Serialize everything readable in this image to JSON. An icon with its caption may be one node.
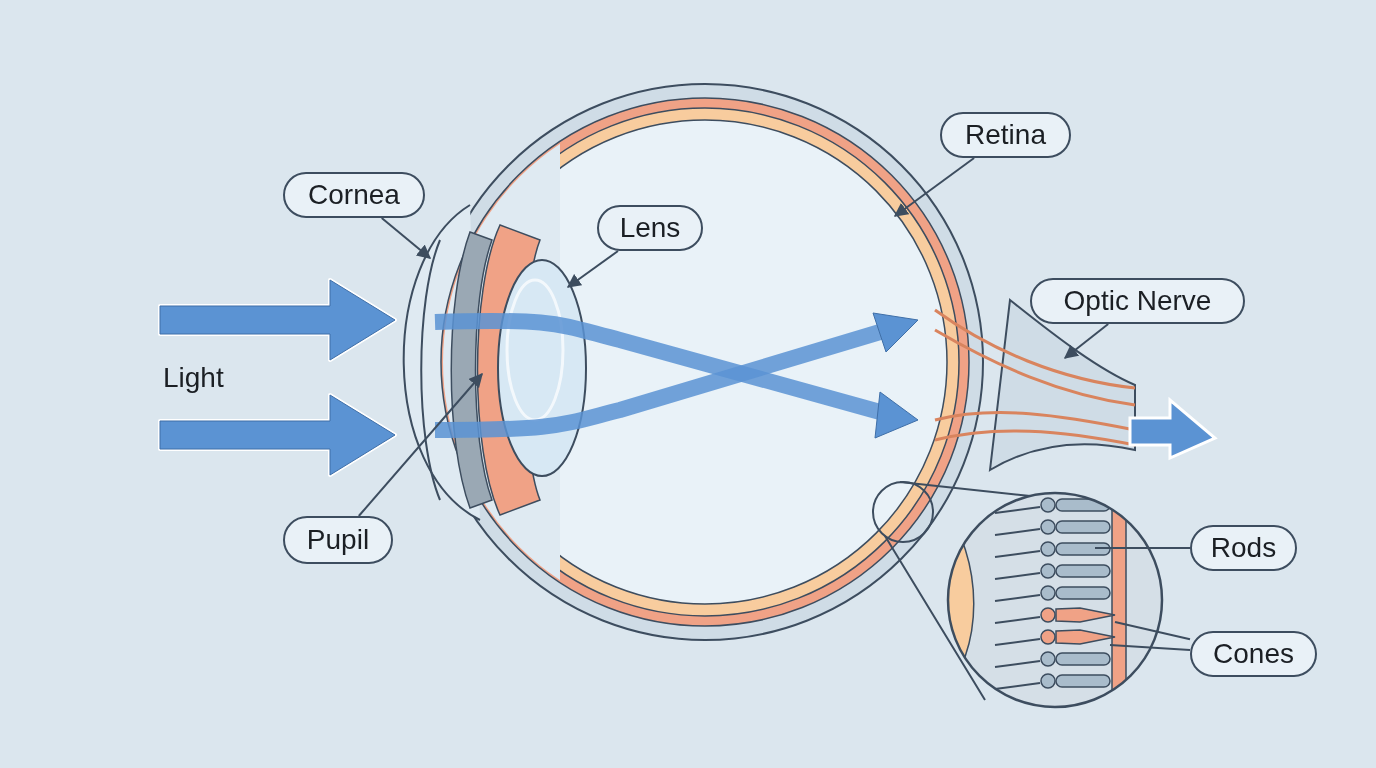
{
  "diagram": {
    "nodes": [
      {
        "text": [
          "Cornea"
        ]
      },
      {
        "text": [
          "Lens"
        ]
      },
      {
        "text": [
          "Retina"
        ]
      },
      {
        "text": [
          "Optic Nerve"
        ]
      },
      {
        "text": [
          "Pupil"
        ]
      },
      {
        "text": [
          "Rods"
        ]
      },
      {
        "text": [
          "Cones"
        ]
      }
    ],
    "edges": [
      {
        "from": 0,
        "to": null,
        "arrow": "to"
      },
      {
        "from": 1,
        "to": null,
        "arrow": "to"
      },
      {
        "from": 2,
        "to": null,
        "arrow": "to"
      },
      {
        "from": 3,
        "to": null,
        "arrow": "to"
      },
      {
        "from": 4,
        "to": null,
        "arrow": "to"
      },
      {
        "from": 5,
        "to": null,
        "arrow": "none"
      },
      {
        "from": 6,
        "to": null,
        "arrow": "none"
      },
      {
        "from": 6,
        "to": null,
        "arrow": "none"
      }
    ],
    "labels": [
      "Light"
    ]
  }
}
